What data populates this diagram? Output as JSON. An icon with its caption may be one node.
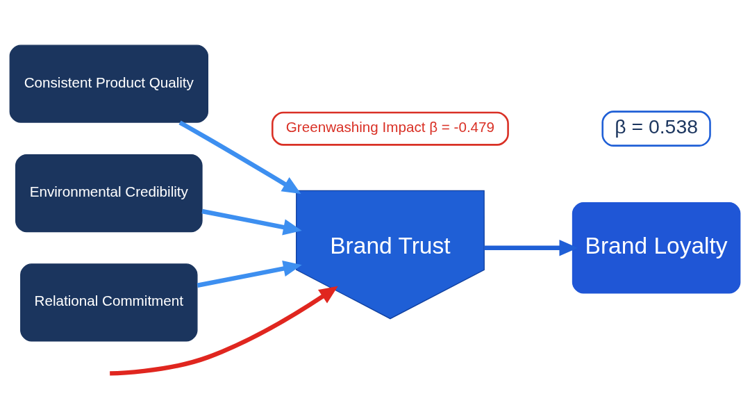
{
  "diagram": {
    "nodes": [
      {
        "text": [
          "Consistent Product Quality"
        ]
      },
      {
        "text": [
          "Environmental Credibility"
        ]
      },
      {
        "text": [
          "Relational Commitment"
        ]
      },
      {
        "text": [
          "Brand Trust"
        ]
      },
      {
        "text": [
          "Brand Loyalty"
        ]
      },
      {
        "text": [
          "Greenwashing Impact β = -0.479"
        ]
      },
      {
        "text": [
          "β = 0.538"
        ]
      }
    ],
    "edges": [
      {
        "from": 0,
        "to": 3,
        "arrow": "to"
      },
      {
        "from": 1,
        "to": 3,
        "arrow": "to"
      },
      {
        "from": 2,
        "to": 3,
        "arrow": "to"
      },
      {
        "from": 3,
        "to": 4,
        "arrow": "to",
        "color": "#1f5fd6"
      },
      {
        "from": null,
        "to": 3,
        "arrow": "to",
        "color": "#e0261f"
      }
    ]
  }
}
